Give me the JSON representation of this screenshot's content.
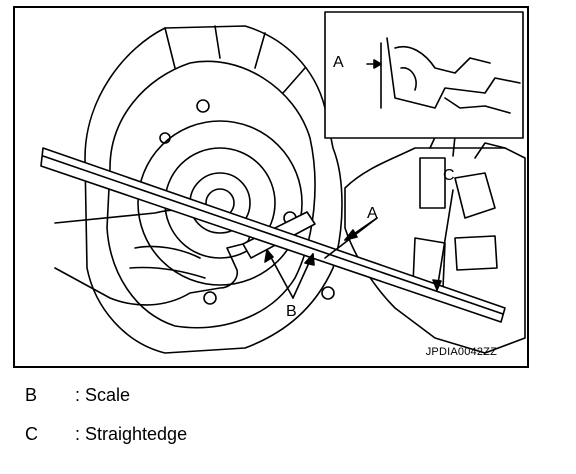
{
  "figure": {
    "code": "JPDIA0042ZZ",
    "callouts": {
      "inset_a": "A",
      "main_a": "A",
      "main_b": "B",
      "main_c": "C"
    }
  },
  "legend": [
    {
      "key": "B",
      "desc": ": Scale"
    },
    {
      "key": "C",
      "desc": ": Straightedge"
    }
  ]
}
